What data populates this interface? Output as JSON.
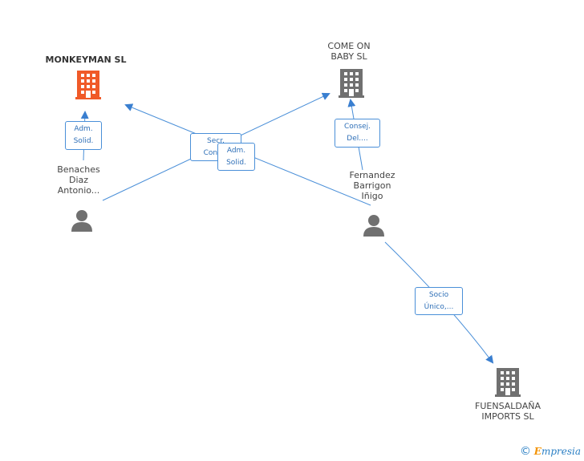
{
  "nodes": {
    "monkeyman": {
      "name": "MONKEYMAN SL",
      "color": "#f05a28"
    },
    "comeon": {
      "name_line1": "COME ON",
      "name_line2": "BABY SL",
      "color": "#707070"
    },
    "fuensaldana": {
      "name_line1": "FUENSALDAÑA",
      "name_line2": "IMPORTS SL",
      "color": "#707070"
    },
    "benaches": {
      "line1": "Benaches",
      "line2": "Diaz",
      "line3": "Antonio...",
      "color": "#707070"
    },
    "fernandez": {
      "line1": "Fernandez",
      "line2": "Barrigon",
      "line3": "Iñigo",
      "color": "#707070"
    }
  },
  "relations": {
    "adm_solid_left": {
      "line1": "Adm.",
      "line2": "Solid."
    },
    "secr_cons": {
      "line1": "Secr.",
      "line2": "Cons..."
    },
    "adm_solid_center": {
      "line1": "Adm.",
      "line2": "Solid."
    },
    "consej_del": {
      "line1": "Consej.",
      "line2": "Del...."
    },
    "socio_unico": {
      "line1": "Socio",
      "line2": "Único,..."
    }
  },
  "edge_color": "#4a8fd8",
  "brand": {
    "copyright": "©",
    "first_letter": "E",
    "rest": "mpresia"
  }
}
